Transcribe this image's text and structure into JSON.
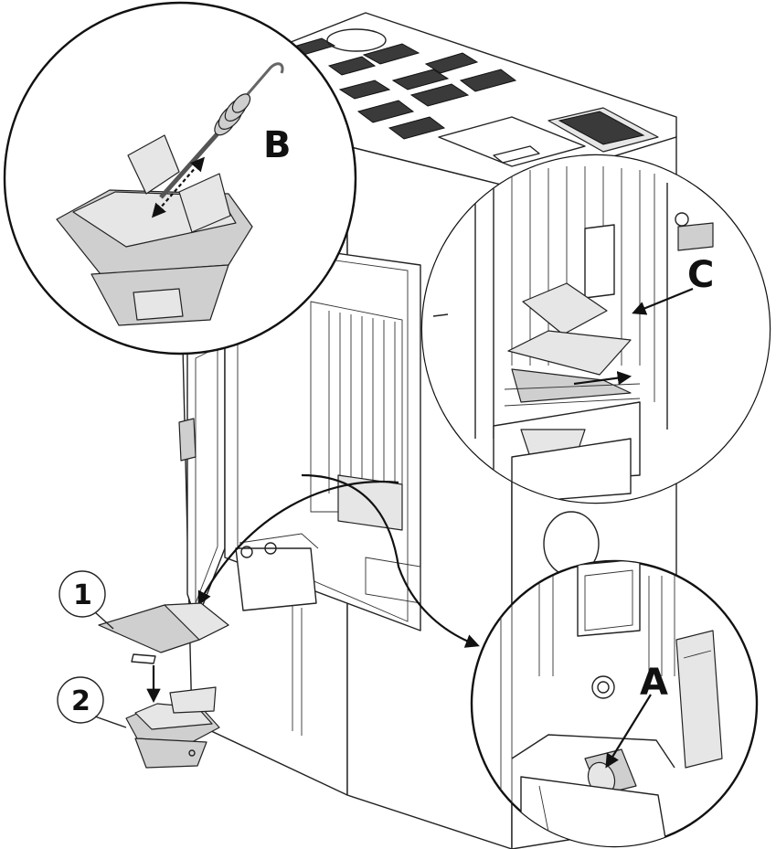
{
  "callouts": {
    "a": "A",
    "b": "B",
    "c": "C",
    "one": "1",
    "two": "2"
  },
  "colors": {
    "line": "#222222",
    "part_fill": "#cfcfcf",
    "background": "#ffffff"
  }
}
